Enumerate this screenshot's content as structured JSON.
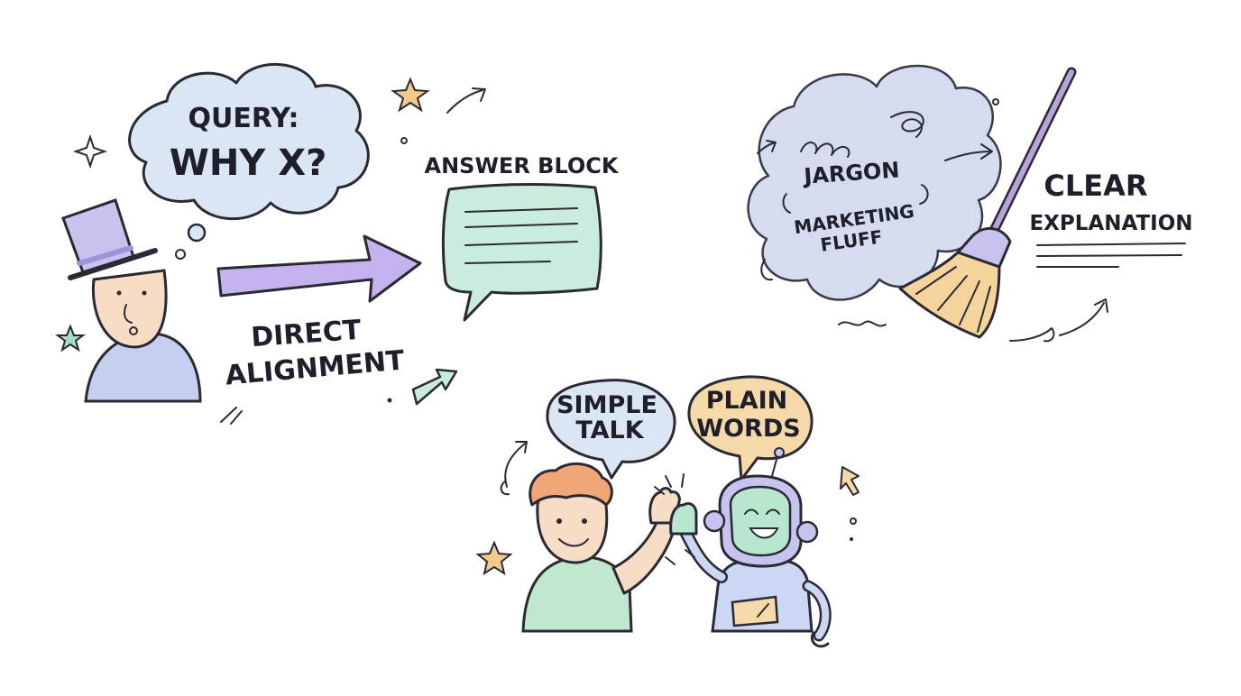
{
  "scene_query": {
    "bubble_line1": "QUERY:",
    "bubble_line2": "WHY X?",
    "arrow_line1": "DIRECT",
    "arrow_line2": "ALIGNMENT",
    "answer_label": "ANSWER BLOCK"
  },
  "scene_cleanup": {
    "cloud_word1": "JARGON",
    "cloud_word2": "MARKETING",
    "cloud_word3": "FLUFF",
    "result_line1": "CLEAR",
    "result_line2": "EXPLANATION"
  },
  "scene_highfive": {
    "human_bubble_line1": "SIMPLE",
    "human_bubble_line2": "TALK",
    "robot_bubble_line1": "PLAIN",
    "robot_bubble_line2": "WORDS"
  },
  "colors": {
    "lavender": "#c7c3ef",
    "blue_wash": "#dbe6f5",
    "mint": "#c9ecdc",
    "peach": "#f6d9a8",
    "skin": "#f8ddc6",
    "hair": "#f0a676",
    "shirt": "#bfe8cf",
    "robot_face": "#b9e6cf",
    "robot_body": "#cbd7f3",
    "purple_arrow": "#c4b2ee",
    "star": "#f5c98c",
    "mint_star": "#a6dcc8",
    "broom_straw": "#f5d49c"
  }
}
